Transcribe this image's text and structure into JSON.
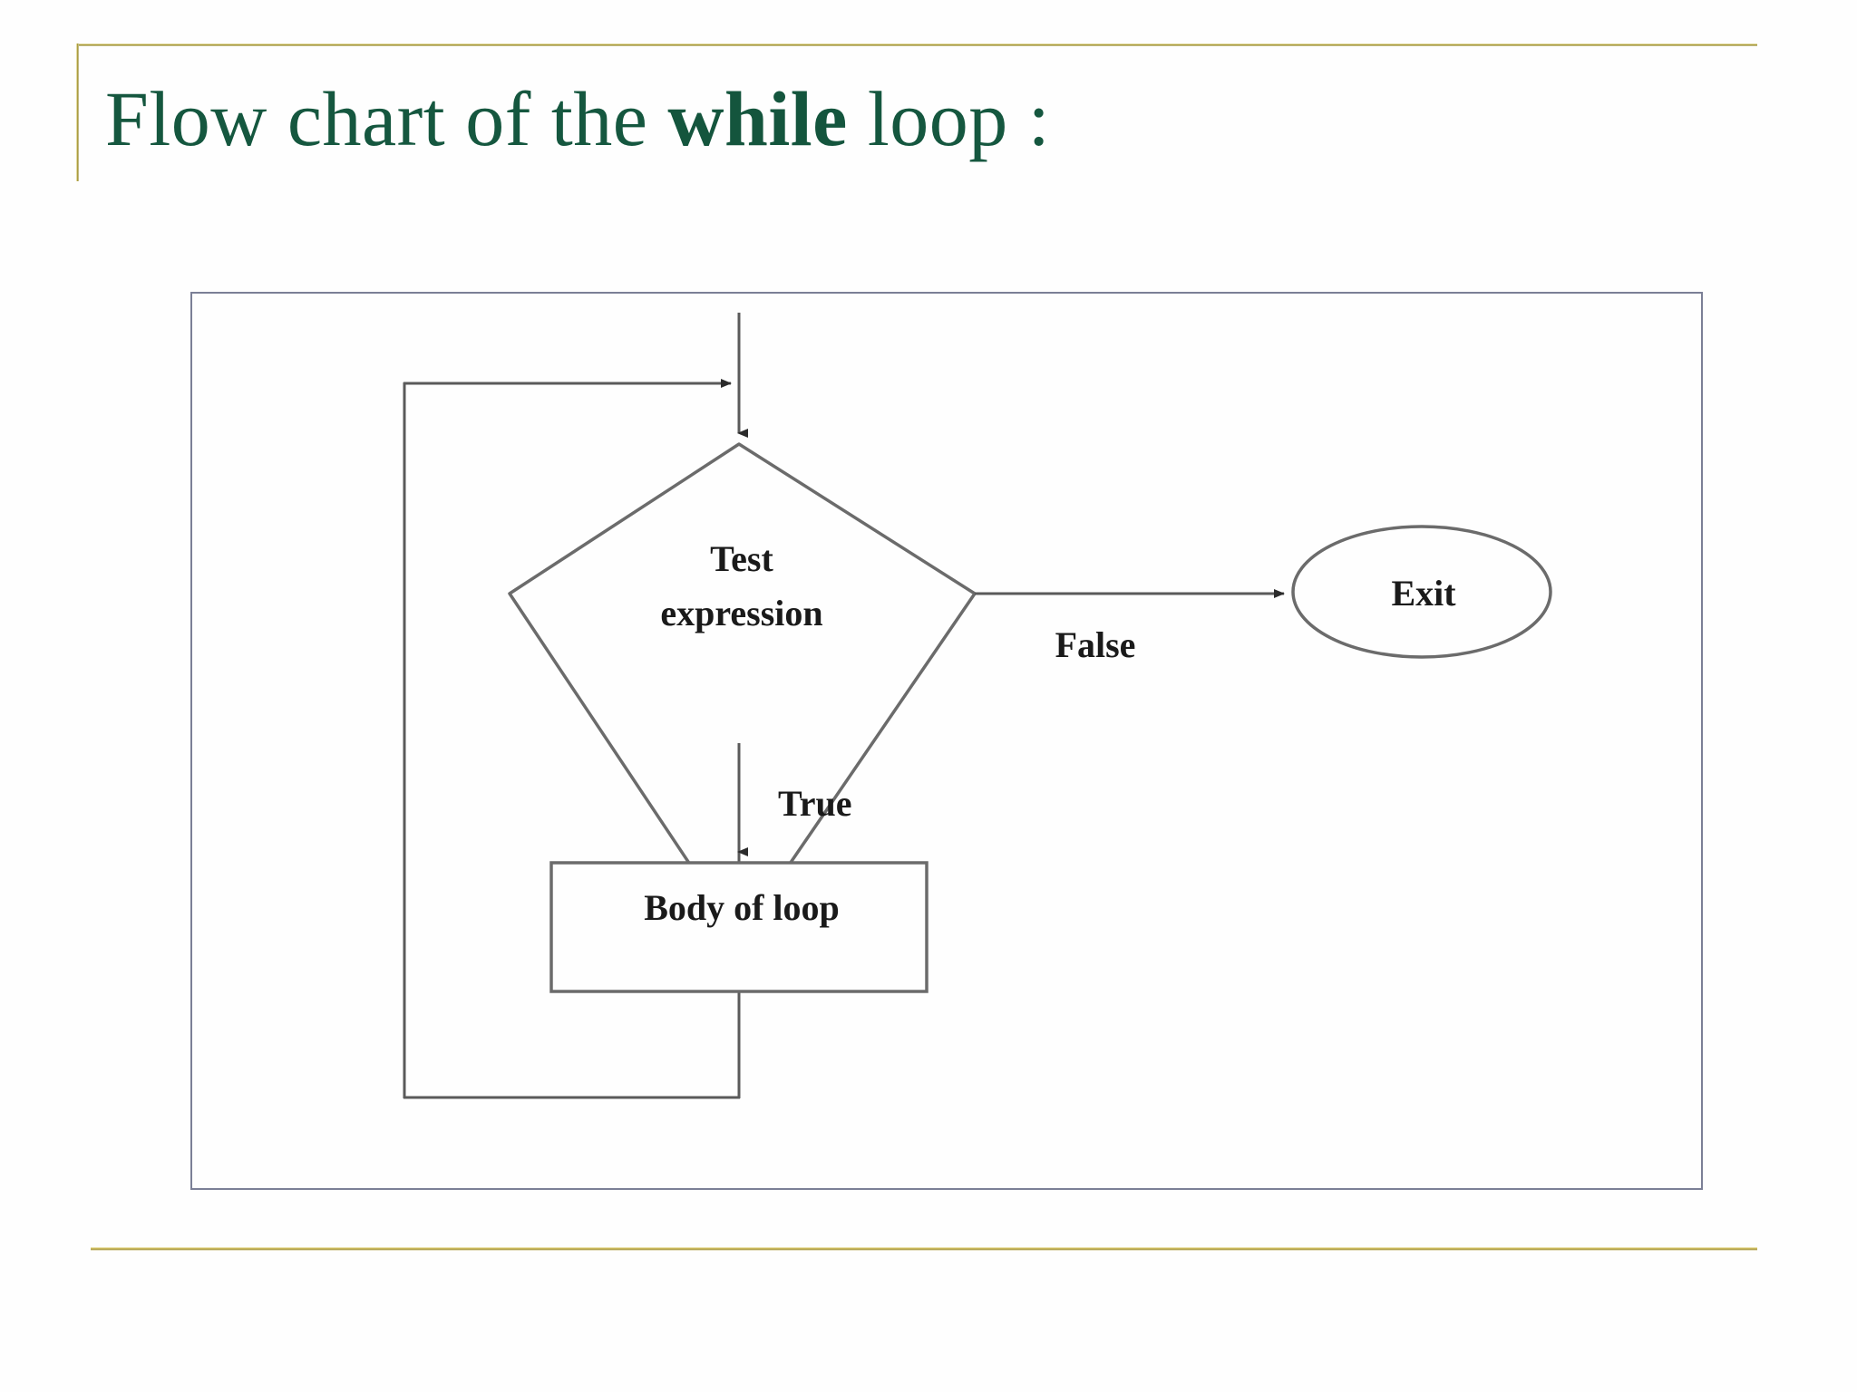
{
  "slide": {
    "title_prefix": "Flow chart of the ",
    "title_keyword": "while",
    "title_suffix": " loop :",
    "title_color": "#15573f",
    "accent_rule_color": "#b2a23a",
    "frame_border_color": "#7b7f96",
    "background_color": "#fefefe"
  },
  "chart_data": {
    "type": "diagram",
    "diagram_kind": "flowchart",
    "title": "Flow chart of the while loop :",
    "nodes": [
      {
        "id": "entry",
        "shape": "arrow-start",
        "label": ""
      },
      {
        "id": "test",
        "shape": "diamond",
        "label": "Test expression",
        "label_line1": "Test",
        "label_line2": "expression"
      },
      {
        "id": "exit",
        "shape": "ellipse",
        "label": "Exit"
      },
      {
        "id": "body",
        "shape": "rectangle",
        "label": "Body of loop"
      }
    ],
    "edges": [
      {
        "from": "entry",
        "to": "test",
        "label": "",
        "direction": "down"
      },
      {
        "from": "test",
        "to": "exit",
        "label": "False",
        "direction": "right"
      },
      {
        "from": "test",
        "to": "body",
        "label": "True",
        "direction": "down"
      },
      {
        "from": "body",
        "to": "test",
        "label": "",
        "direction": "loop-back"
      }
    ],
    "line_color": "#5a5a5a",
    "shape_stroke_color": "#6b6b6b"
  },
  "diagram": {
    "test_label_line1": "Test",
    "test_label_line2": "expression",
    "exit_label": "Exit",
    "body_label": "Body of loop",
    "false_label": "False",
    "true_label": "True"
  }
}
